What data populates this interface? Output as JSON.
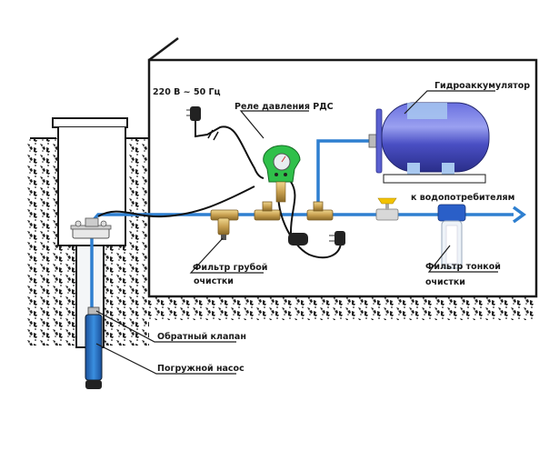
{
  "labels": {
    "power": "220 В ~ 50 Гц",
    "pressure_relay": "Реле давления РДС",
    "accumulator": "Гидроаккумулятор",
    "to_consumers": "к водопотребителям",
    "coarse_filter_line1": "Фильтр грубой",
    "coarse_filter_line2": "очистки",
    "fine_filter_line1": "Фильтр тонкой",
    "fine_filter_line2": "очистки",
    "check_valve": "Обратный клапан",
    "submersible_pump": "Погружной насос"
  },
  "colors": {
    "pipe": "#2e7fd0",
    "cable": "#111111",
    "outline": "#1a1a1a",
    "soil": "#222222",
    "accumulator": "#4a4fc4",
    "relay": "#2fc04a",
    "brass": "#d4b060",
    "pump": "#2a6fc0",
    "filter_cap": "#2a5fc8"
  }
}
